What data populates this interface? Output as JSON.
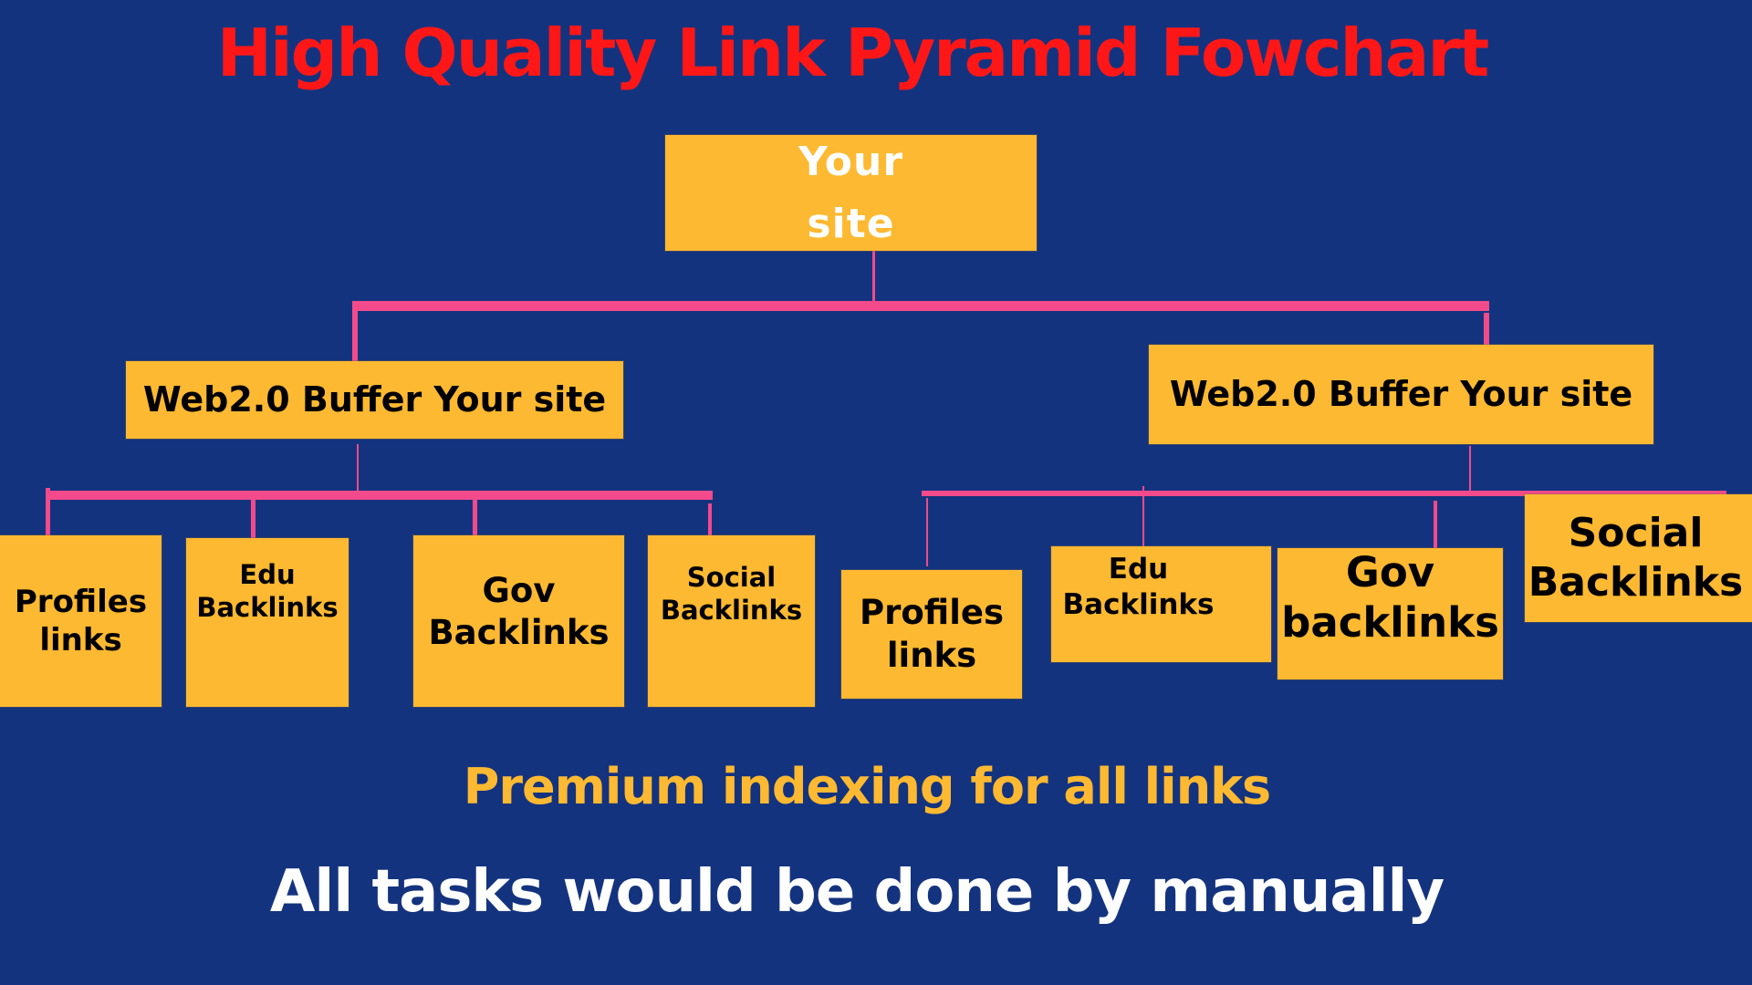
{
  "title": "High Quality Link Pyramid Fowchart",
  "colors": {
    "background": "#14337F",
    "title": "#FF1717",
    "box": "#FDB931",
    "connector": "#F24A8A",
    "root_text": "#FFFFFF",
    "box_text": "#000000",
    "footer_primary": "#FDB931",
    "footer_secondary": "#FFFFFF"
  },
  "root": {
    "line1": "Your",
    "line2": "site"
  },
  "tier1": [
    {
      "label": "Web2.0 Buffer Your site"
    },
    {
      "label": "Web2.0 Buffer Your site"
    }
  ],
  "tier2_left": [
    {
      "line1": "Profiles",
      "line2": "links"
    },
    {
      "line1": "Edu",
      "line2": "Backlinks"
    },
    {
      "line1": "Gov",
      "line2": "Backlinks"
    },
    {
      "line1": "Social",
      "line2": "Backlinks"
    }
  ],
  "tier2_right": [
    {
      "line1": "Profiles",
      "line2": "links"
    },
    {
      "line1": "Edu",
      "line2": "Backlinks"
    },
    {
      "line1": "Gov",
      "line2": "backlinks"
    },
    {
      "line1": "Social",
      "line2": "Backlinks"
    }
  ],
  "footer": {
    "primary": "Premium indexing for all links",
    "secondary": "All tasks would be done by manually"
  }
}
